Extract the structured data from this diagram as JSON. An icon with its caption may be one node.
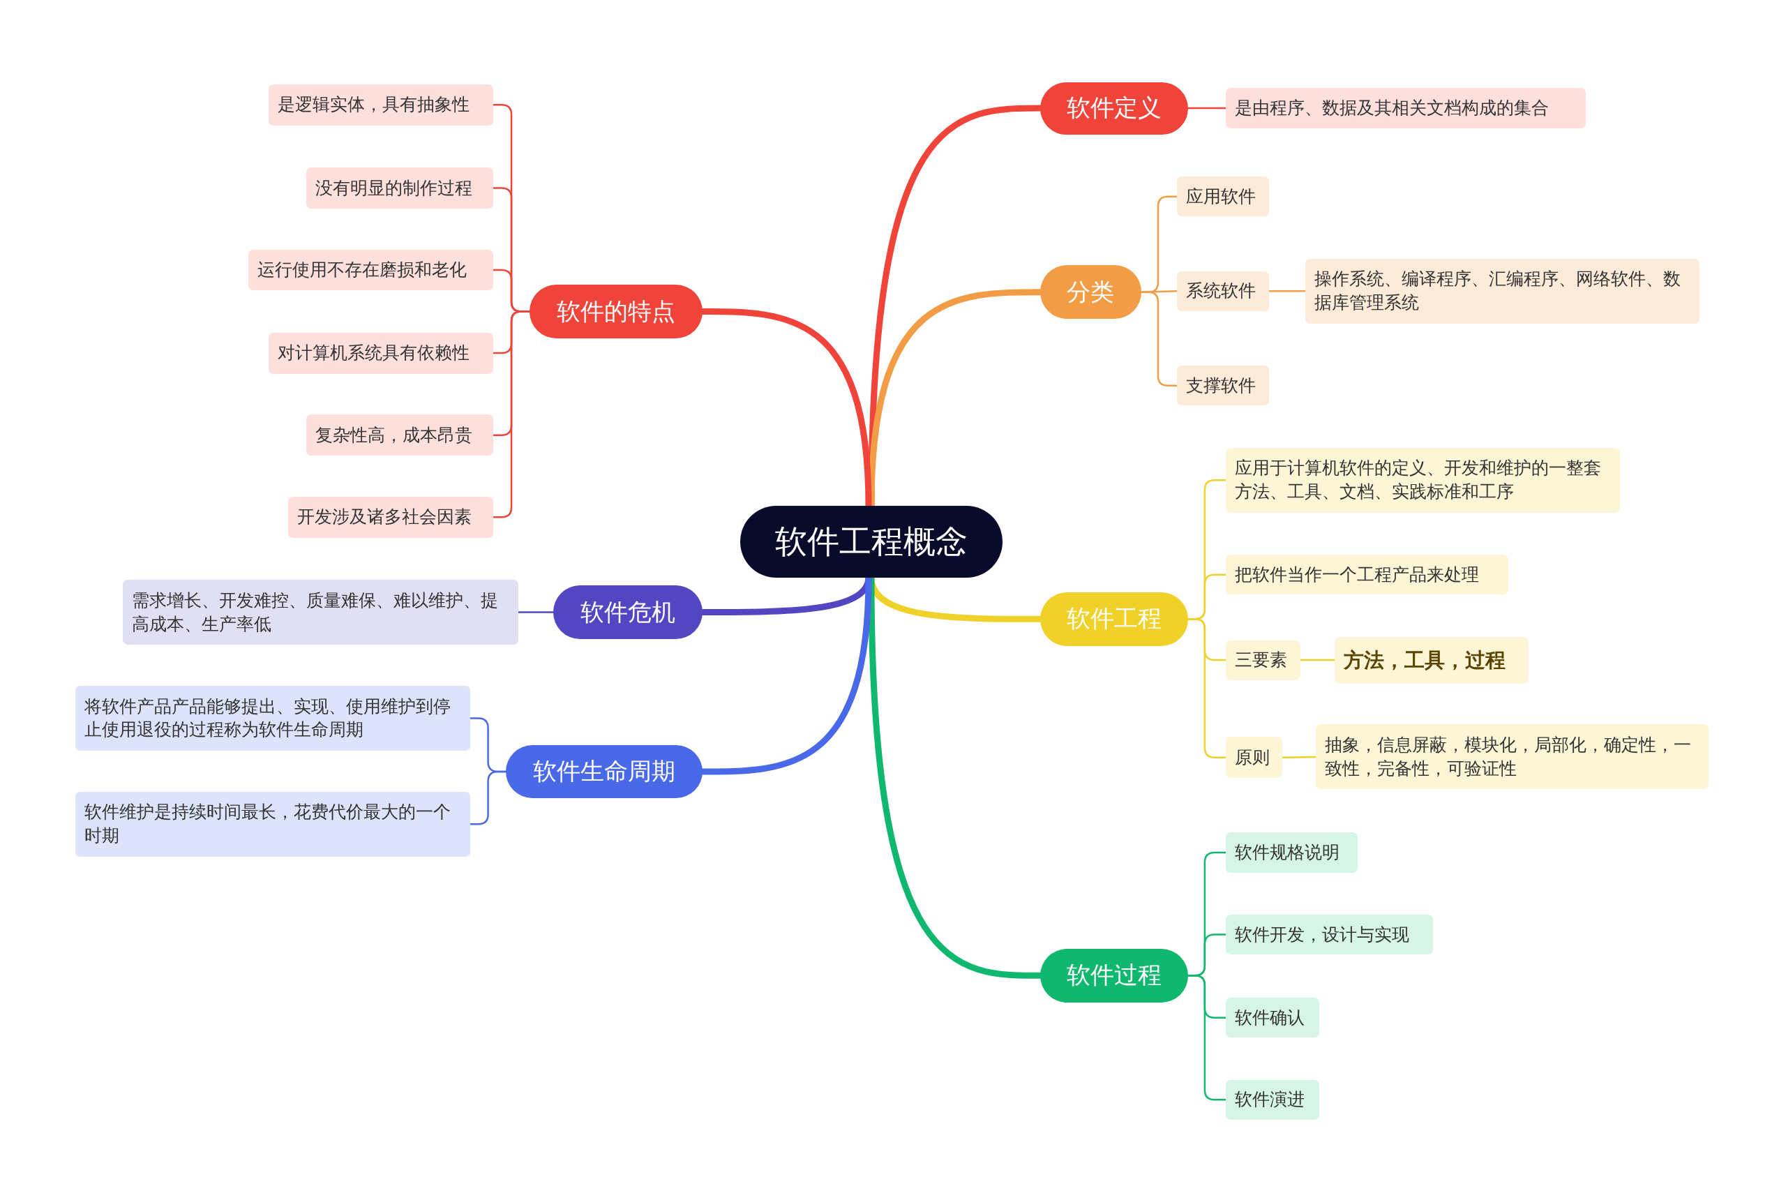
{
  "diagram": {
    "nodes": [
      {
        "text": [
          "软件工程概念"
        ]
      },
      {
        "text": [
          "软件定义"
        ]
      },
      {
        "text": [
          "是由程序、数据及其相关文档构成的集合"
        ]
      },
      {
        "text": [
          "分类"
        ]
      },
      {
        "text": [
          "应用软件"
        ]
      },
      {
        "text": [
          "系统软件"
        ]
      },
      {
        "text": [
          "操作系统、编译程序、汇编程序、网络软件、数据库管理系统"
        ]
      },
      {
        "text": [
          "支撑软件"
        ]
      },
      {
        "text": [
          "软件工程"
        ]
      },
      {
        "text": [
          "应用于计算机软件的定义、开发和维护的一整套方法、工具、文档、实践标准和工序"
        ]
      },
      {
        "text": [
          "把软件当作一个工程产品来处理"
        ]
      },
      {
        "text": [
          "三要素"
        ]
      },
      {
        "text": [
          "方法，工具，过程"
        ]
      },
      {
        "text": [
          "原则"
        ]
      },
      {
        "text": [
          "抽象，信息屏蔽，模块化，局部化，确定性，一致性，完备性，可验证性"
        ]
      },
      {
        "text": [
          "软件过程"
        ]
      },
      {
        "text": [
          "软件规格说明"
        ]
      },
      {
        "text": [
          "软件开发，设计与实现"
        ]
      },
      {
        "text": [
          "软件确认"
        ]
      },
      {
        "text": [
          "软件演进"
        ]
      },
      {
        "text": [
          "软件的特点"
        ]
      },
      {
        "text": [
          "是逻辑实体，具有抽象性"
        ]
      },
      {
        "text": [
          "没有明显的制作过程"
        ]
      },
      {
        "text": [
          "运行使用不存在磨损和老化"
        ]
      },
      {
        "text": [
          "对计算机系统具有依赖性"
        ]
      },
      {
        "text": [
          "复杂性高，成本昂贵"
        ]
      },
      {
        "text": [
          "开发涉及诸多社会因素"
        ]
      },
      {
        "text": [
          "软件危机"
        ]
      },
      {
        "text": [
          "需求增长、开发难控、质量难保、难以维护、提高成本、生产率低"
        ]
      },
      {
        "text": [
          "软件生命周期"
        ]
      },
      {
        "text": [
          "将软件产品产品能够提出、实现、使用维护到停止使用退役的过程称为软件生命周期"
        ]
      },
      {
        "text": [
          "软件维护是持续时间最长，花费代价最大的一个时期"
        ]
      }
    ],
    "edges": [
      {
        "from": 0,
        "to": 1,
        "arrow": "none",
        "style": "thick",
        "color": "#f0443a"
      },
      {
        "from": 1,
        "to": 2,
        "arrow": "none",
        "color": "#f0443a"
      },
      {
        "from": 0,
        "to": 3,
        "arrow": "none",
        "style": "thick",
        "color": "#f29d46"
      },
      {
        "from": 3,
        "to": 4,
        "arrow": "none",
        "color": "#f29d46"
      },
      {
        "from": 3,
        "to": 5,
        "arrow": "none",
        "color": "#f29d46"
      },
      {
        "from": 5,
        "to": 6,
        "arrow": "none",
        "color": "#f29d46"
      },
      {
        "from": 3,
        "to": 7,
        "arrow": "none",
        "color": "#f29d46"
      },
      {
        "from": 0,
        "to": 8,
        "arrow": "none",
        "style": "thick",
        "color": "#f0d12a"
      },
      {
        "from": 8,
        "to": 9,
        "arrow": "none",
        "color": "#f0d12a"
      },
      {
        "from": 8,
        "to": 10,
        "arrow": "none",
        "color": "#f0d12a"
      },
      {
        "from": 8,
        "to": 11,
        "arrow": "none",
        "color": "#f0d12a"
      },
      {
        "from": 11,
        "to": 12,
        "arrow": "none",
        "color": "#f0d12a"
      },
      {
        "from": 8,
        "to": 13,
        "arrow": "none",
        "color": "#f0d12a"
      },
      {
        "from": 13,
        "to": 14,
        "arrow": "none",
        "color": "#f0d12a"
      },
      {
        "from": 0,
        "to": 15,
        "arrow": "none",
        "style": "thick",
        "color": "#10b86f"
      },
      {
        "from": 15,
        "to": 16,
        "arrow": "none",
        "color": "#10b86f"
      },
      {
        "from": 15,
        "to": 17,
        "arrow": "none",
        "color": "#10b86f"
      },
      {
        "from": 15,
        "to": 18,
        "arrow": "none",
        "color": "#10b86f"
      },
      {
        "from": 15,
        "to": 19,
        "arrow": "none",
        "color": "#10b86f"
      },
      {
        "from": 0,
        "to": 20,
        "arrow": "none",
        "style": "thick",
        "color": "#f0443a"
      },
      {
        "from": 20,
        "to": 21,
        "arrow": "none",
        "color": "#f0443a"
      },
      {
        "from": 20,
        "to": 22,
        "arrow": "none",
        "color": "#f0443a"
      },
      {
        "from": 20,
        "to": 23,
        "arrow": "none",
        "color": "#f0443a"
      },
      {
        "from": 20,
        "to": 24,
        "arrow": "none",
        "color": "#f0443a"
      },
      {
        "from": 20,
        "to": 25,
        "arrow": "none",
        "color": "#f0443a"
      },
      {
        "from": 20,
        "to": 26,
        "arrow": "none",
        "color": "#f0443a"
      },
      {
        "from": 0,
        "to": 27,
        "arrow": "none",
        "style": "thick",
        "color": "#5246c2"
      },
      {
        "from": 27,
        "to": 28,
        "arrow": "none",
        "color": "#5246c2"
      },
      {
        "from": 0,
        "to": 29,
        "arrow": "none",
        "style": "thick",
        "color": "#4a69e8"
      },
      {
        "from": 29,
        "to": 30,
        "arrow": "none",
        "color": "#4a69e8"
      },
      {
        "from": 29,
        "to": 31,
        "arrow": "none",
        "color": "#4a69e8"
      }
    ]
  }
}
